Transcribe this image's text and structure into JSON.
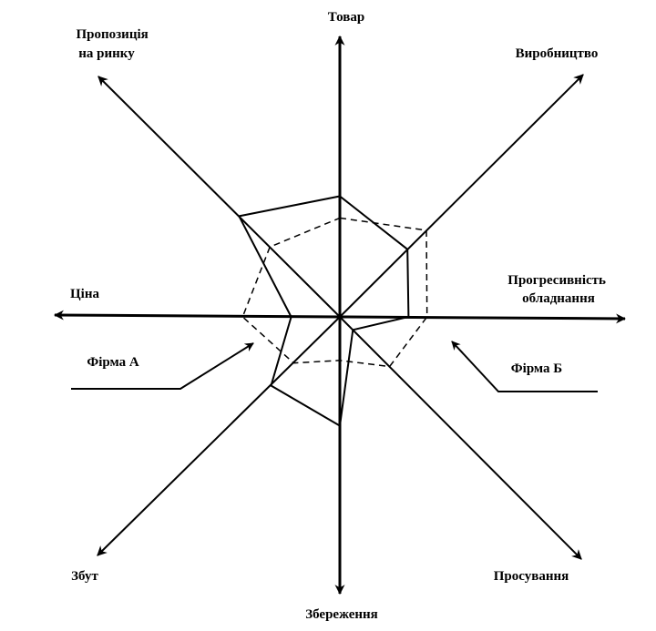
{
  "axes": [
    {
      "key": "tovar",
      "label": [
        "Товар"
      ]
    },
    {
      "key": "vyrobnytstvo",
      "label": [
        "Виробництво"
      ]
    },
    {
      "key": "progresyvnist",
      "label": [
        "Прогресивність",
        "обладнання"
      ]
    },
    {
      "key": "prosuvannia",
      "label": [
        "Просування"
      ]
    },
    {
      "key": "zberezhennia",
      "label": [
        "Збереження"
      ]
    },
    {
      "key": "zbut",
      "label": [
        "Збут"
      ]
    },
    {
      "key": "tsina",
      "label": [
        "Ціна"
      ]
    },
    {
      "key": "propozytsiia",
      "label": [
        "Пропозиція",
        "на ринку"
      ]
    }
  ],
  "series": [
    {
      "name": "Фірма А",
      "style": "solid",
      "values": [
        0.72,
        0.57,
        0.41,
        0.11,
        0.65,
        0.58,
        0.29,
        0.85
      ]
    },
    {
      "name": "Фірма Б",
      "style": "dashed",
      "values": [
        0.59,
        0.73,
        0.52,
        0.42,
        0.26,
        0.39,
        0.58,
        0.59
      ]
    }
  ]
}
